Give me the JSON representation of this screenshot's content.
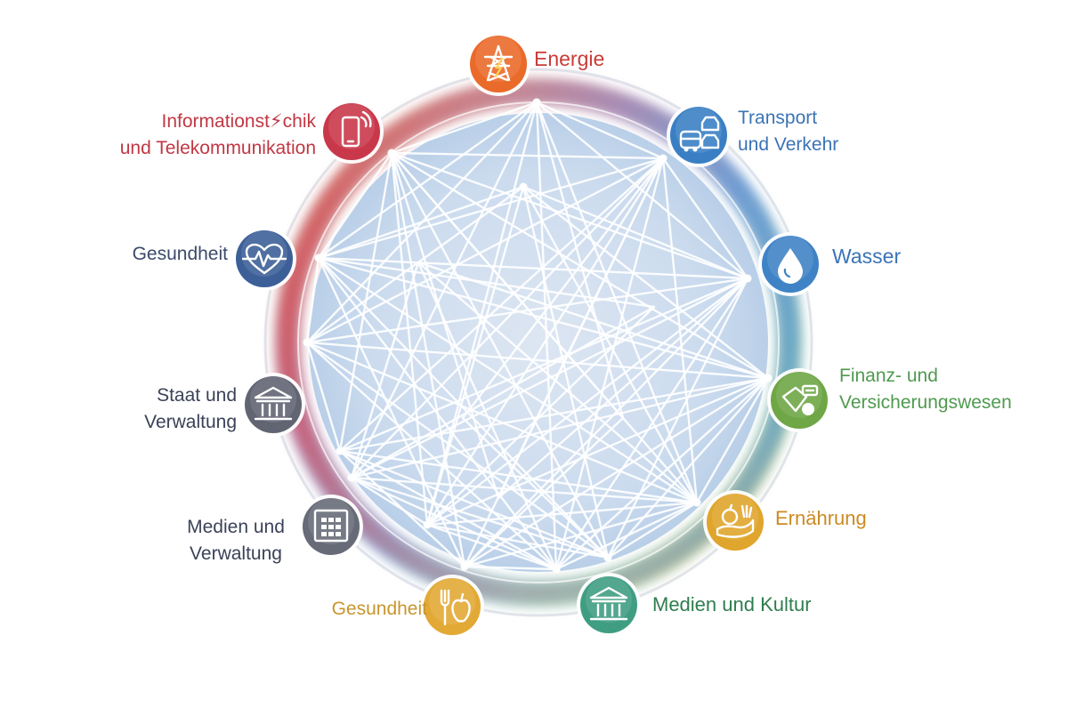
{
  "nodes": [
    {
      "id": "energie",
      "lines": [
        "Energie"
      ],
      "icon": "power-tower-icon",
      "color": "#ea6a2a",
      "label_color": "#c93b36"
    },
    {
      "id": "transport",
      "lines": [
        "Transport",
        "und Verkehr"
      ],
      "icon": "bus-and-car-icon",
      "color": "#3a7fc4",
      "label_color": "#3b73b6"
    },
    {
      "id": "wasser",
      "lines": [
        "Wasser"
      ],
      "icon": "water-drop-icon",
      "color": "#3f83c6",
      "label_color": "#3b73b6"
    },
    {
      "id": "finanz",
      "lines": [
        "Finanz- und",
        "Versicherungswesen"
      ],
      "icon": "money-and-coin-icon",
      "color": "#6fa646",
      "label_color": "#4f9a4f"
    },
    {
      "id": "ernaehrung",
      "lines": [
        "Ernährung"
      ],
      "icon": "fruit-in-hand-icon",
      "color": "#e0a52c",
      "label_color": "#cc8a22"
    },
    {
      "id": "medien-kultur",
      "lines": [
        "Medien und Kultur"
      ],
      "icon": "museum-building-icon",
      "color": "#3f9e82",
      "label_color": "#2f7d4f"
    },
    {
      "id": "gesundheit-food",
      "lines": [
        "Gesundheit"
      ],
      "icon": "fork-and-apple-icon",
      "color": "#e2a935",
      "label_color": "#c8952e"
    },
    {
      "id": "medien-verwaltung",
      "lines": [
        "Medien und",
        "Verwaltung"
      ],
      "icon": "office-building-icon",
      "color": "#676b78",
      "label_color": "#3b4258"
    },
    {
      "id": "staat",
      "lines": [
        "Staat und",
        "Verwaltung"
      ],
      "icon": "government-building-icon",
      "color": "#616572",
      "label_color": "#3b4258"
    },
    {
      "id": "gesundheit",
      "lines": [
        "Gesundheit"
      ],
      "icon": "heartbeat-icon",
      "color": "#3d5f98",
      "label_color": "#3b4a6a"
    },
    {
      "id": "ikt",
      "lines": [
        "Informationst⚡chik",
        "und Telekommunikation"
      ],
      "icon": "smartphone-icon",
      "color": "#c9384a",
      "label_color": "#c03844"
    }
  ]
}
